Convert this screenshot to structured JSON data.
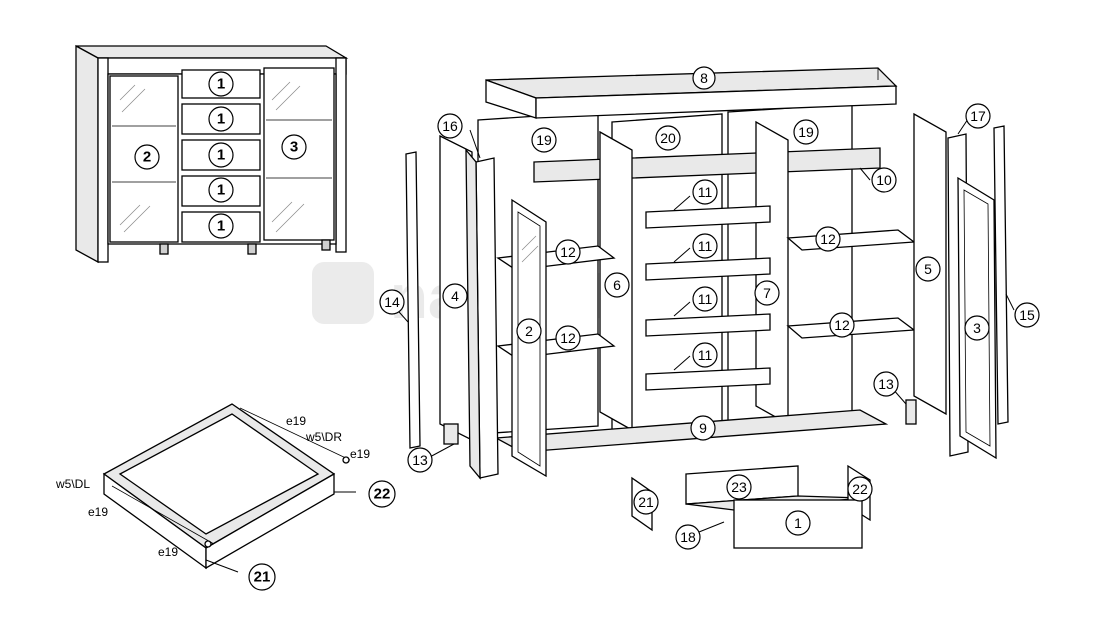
{
  "watermark": {
    "text": "nabytok.sk"
  },
  "labels": {
    "c1a": "1",
    "c1b": "1",
    "c1c": "1",
    "c1d": "1",
    "c1e": "1",
    "c2": "2",
    "c3": "3",
    "e8": "8",
    "e16": "16",
    "e19a": "19",
    "e20": "20",
    "e19b": "19",
    "e17": "17",
    "e10": "10",
    "e11a": "11",
    "e11b": "11",
    "e11c": "11",
    "e11d": "11",
    "e12a": "12",
    "e12b": "12",
    "e12c": "12",
    "e12d": "12",
    "e14": "14",
    "e4": "4",
    "e2": "2",
    "e6": "6",
    "e7": "7",
    "e5": "5",
    "e3": "3",
    "e15": "15",
    "e13a": "13",
    "e13b": "13",
    "e9": "9",
    "e21": "21",
    "e23": "23",
    "e22": "22",
    "e18": "18",
    "e1": "1",
    "d22": "22",
    "d21": "21"
  },
  "hardware": {
    "e19_top": "e19",
    "w5dr": "w5\\DR",
    "e19_mid": "e19",
    "w5dl": "w5\\DL",
    "e19_left": "e19",
    "e19_bottom": "e19"
  },
  "colors": {
    "line": "#000000",
    "panel": "#ffffff",
    "shade": "#e9e9e9",
    "watermark": "#000000"
  }
}
